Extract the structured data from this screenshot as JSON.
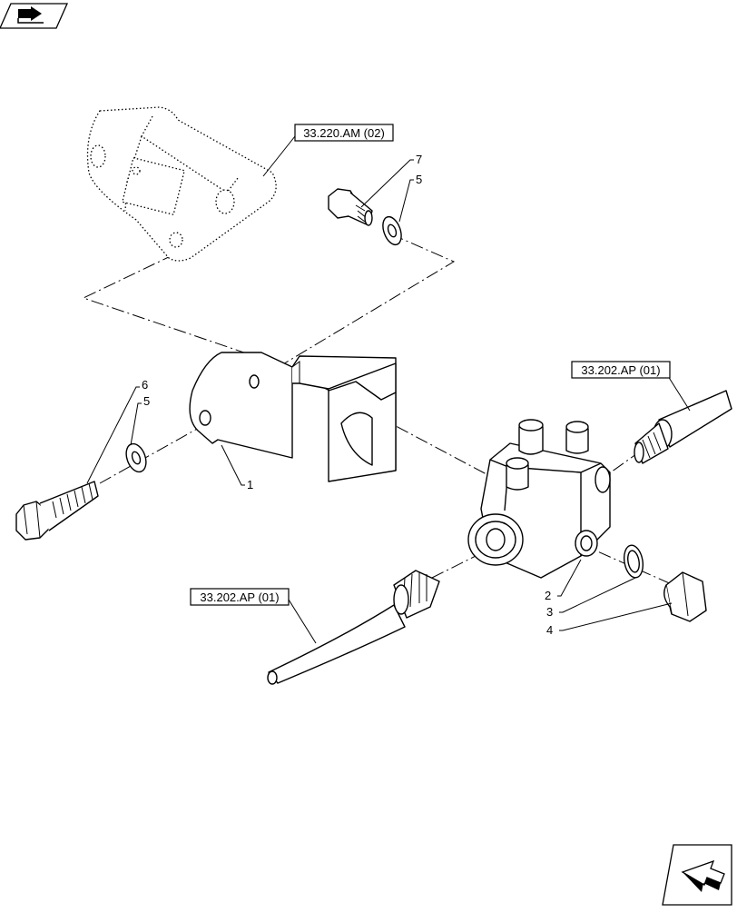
{
  "references": [
    {
      "id": "ref-top",
      "text": "33.220.AM (02)"
    },
    {
      "id": "ref-right",
      "text": "33.202.AP (01)"
    },
    {
      "id": "ref-bottom",
      "text": "33.202.AP (01)"
    }
  ],
  "callouts": {
    "c7": "7",
    "c5a": "5",
    "c6": "6",
    "c5b": "5",
    "c1": "1",
    "c2": "2",
    "c3": "3",
    "c4": "4"
  },
  "icons": {
    "top_left": "book-arrow-icon",
    "bottom_right": "next-page-arrow-icon"
  }
}
